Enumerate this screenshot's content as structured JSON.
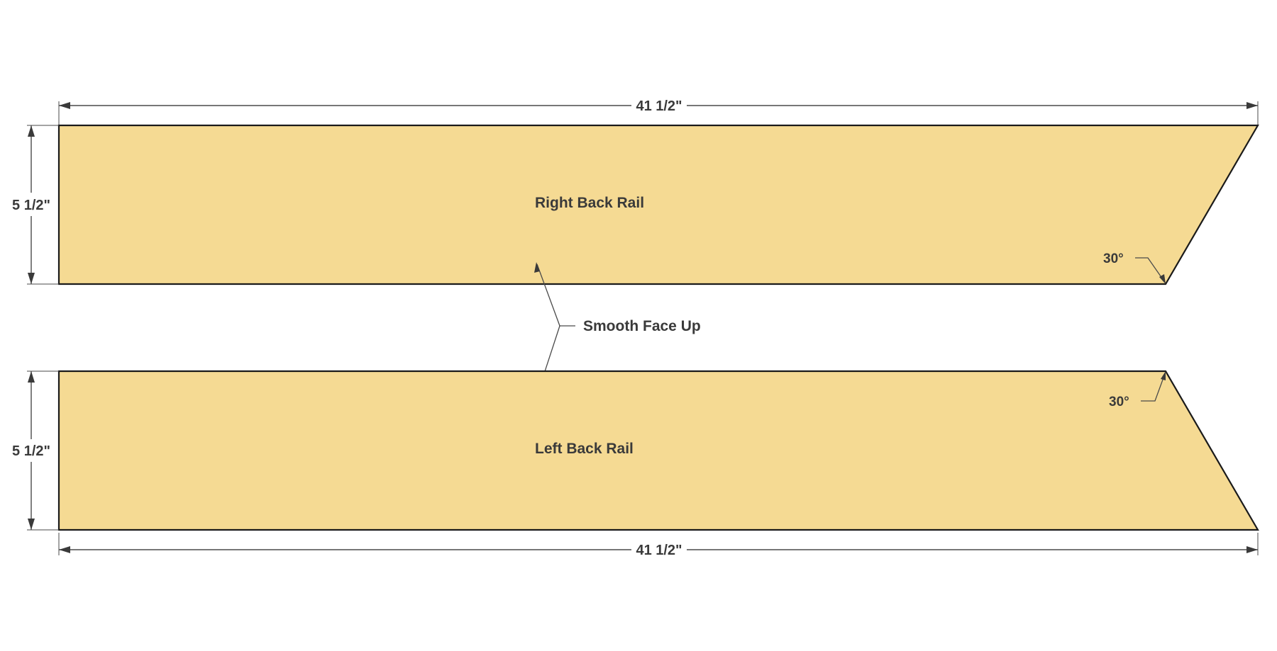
{
  "colors": {
    "board_fill": "#F5DA93",
    "board_stroke": "#1a1a1a",
    "line": "#4a4a4a",
    "text": "#3a3a3a",
    "background": "#ffffff"
  },
  "boards": [
    {
      "label": "Right Back Rail",
      "width_dim": "41 1/2\"",
      "height_dim": "5 1/2\"",
      "angle": "30°"
    },
    {
      "label": "Left Back Rail",
      "width_dim": "41 1/2\"",
      "height_dim": "5 1/2\"",
      "angle": "30°"
    }
  ],
  "callout": "Smooth Face Up"
}
